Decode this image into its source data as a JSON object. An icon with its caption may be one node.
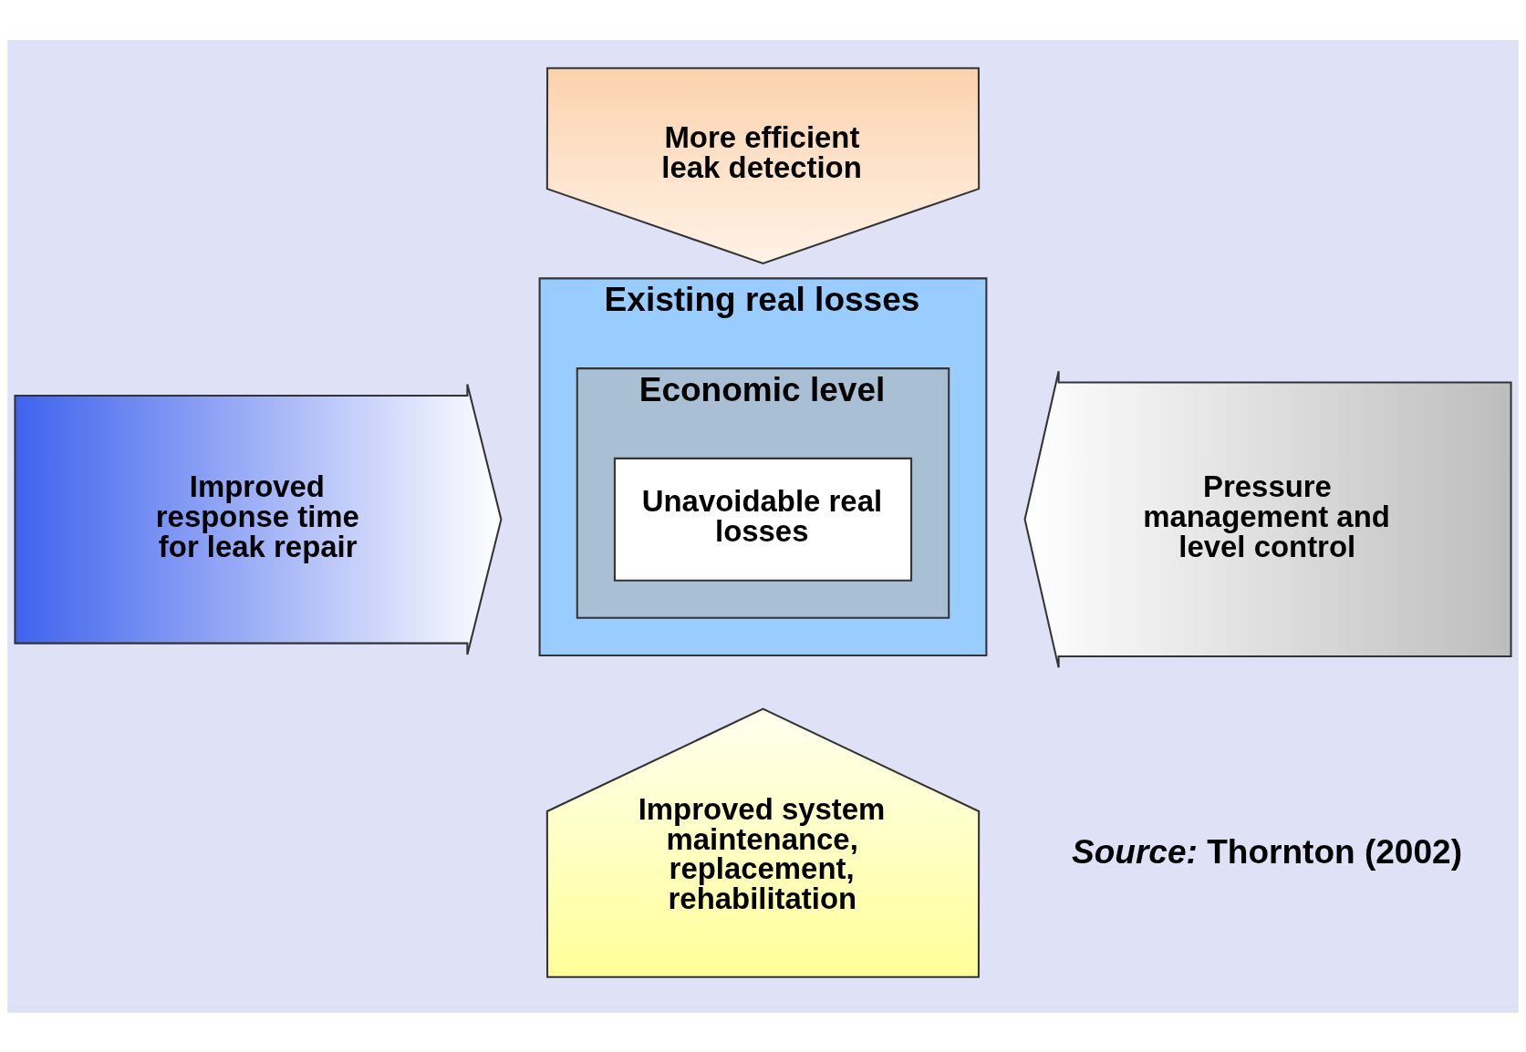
{
  "diagram": {
    "nodes": [
      {
        "text": [
          "More efficient leak detection"
        ]
      },
      {
        "text": [
          "Existing real losses"
        ]
      },
      {
        "text": [
          "Economic level"
        ],
        "in": 1
      },
      {
        "text": [
          "Unavoidable real losses"
        ],
        "in": 2
      },
      {
        "text": [
          "Improved response time for leak repair"
        ]
      },
      {
        "text": [
          "Pressure management and level control"
        ]
      },
      {
        "text": [
          "Improved system maintenance, replacement, rehabilitation"
        ]
      }
    ],
    "labels": [
      "*Source:* Thornton (2002)"
    ]
  }
}
